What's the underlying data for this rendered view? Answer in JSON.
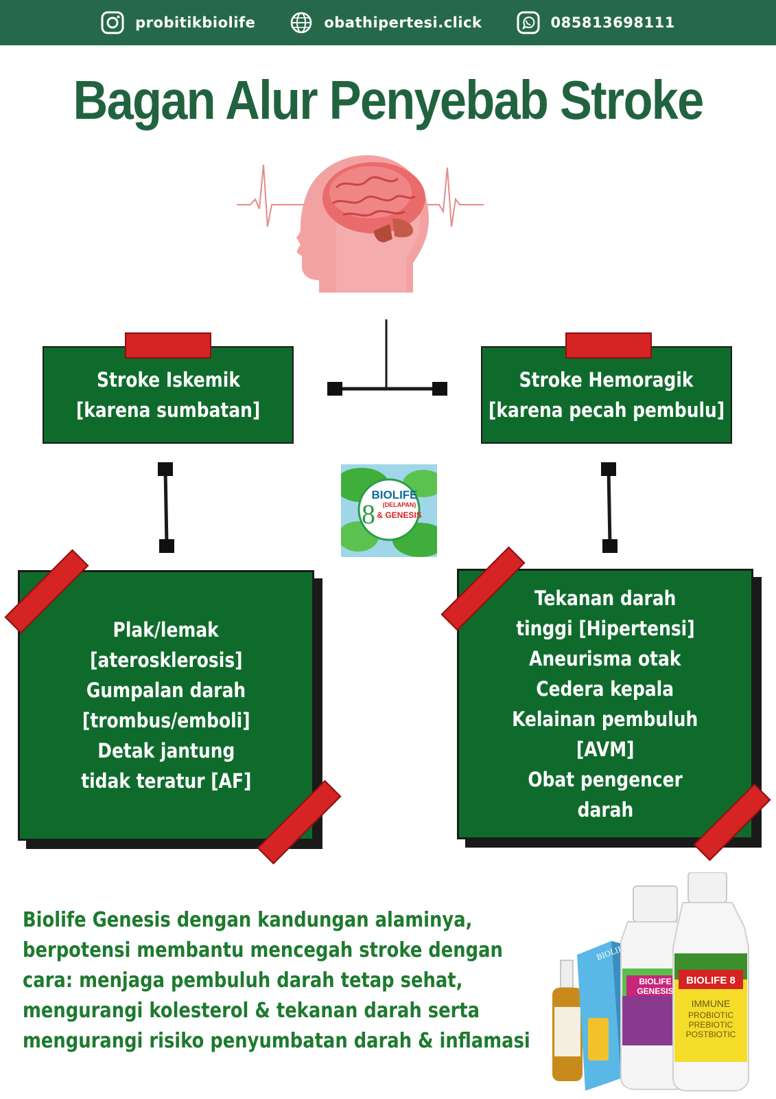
{
  "header": {
    "instagram": "probitikbiolife",
    "website": "obathipertesi.click",
    "whatsapp": "085813698111"
  },
  "title": "Bagan Alur Penyebab Stroke",
  "left_box": {
    "line1": "Stroke Iskemik",
    "line2": "[karena sumbatan]"
  },
  "right_box": {
    "line1": "Stroke Hemoragik",
    "line2": "[karena pecah pembulu]"
  },
  "left_causes": [
    "Plak/lemak",
    "[aterosklerosis]",
    "Gumpalan darah",
    "[trombus/emboli]",
    "Detak jantung",
    "tidak teratur [AF]"
  ],
  "right_causes": [
    "Tekanan darah",
    "tinggi [Hipertensi]",
    "Aneurisma otak",
    "Cedera kepala",
    "Kelainan pembuluh",
    "[AVM]",
    "Obat pengencer",
    "darah"
  ],
  "logo": {
    "brand": "BIOLIFE",
    "number": "8",
    "sub1": "(DELAPAN)",
    "sub2": "& GENESIS"
  },
  "footer_text": [
    "Biolife Genesis dengan kandungan alaminya,",
    "berpotensi membantu mencegah stroke dengan",
    "cara: menjaga pembuluh darah tetap sehat,",
    "mengurangi kolesterol & tekanan darah serta",
    "mengurangi risiko penyumbatan darah & inflamasi"
  ],
  "products": {
    "bottle_genesis_label": "BIOLIFE",
    "bottle_genesis_sub": "GENESIS",
    "bottle_8_label": "BIOLIFE 8",
    "bottle_8_lines": [
      "IMMUNE",
      "PROBIOTIC",
      "PREBIOTIC",
      "POSTBIOTIC"
    ],
    "box_label": "BIOLIFE"
  },
  "colors": {
    "header_bg": "#26694a",
    "title": "#22633f",
    "box_green": "#0f6b2c",
    "tape_red": "#d62323",
    "footer_text": "#1e7a2e"
  }
}
